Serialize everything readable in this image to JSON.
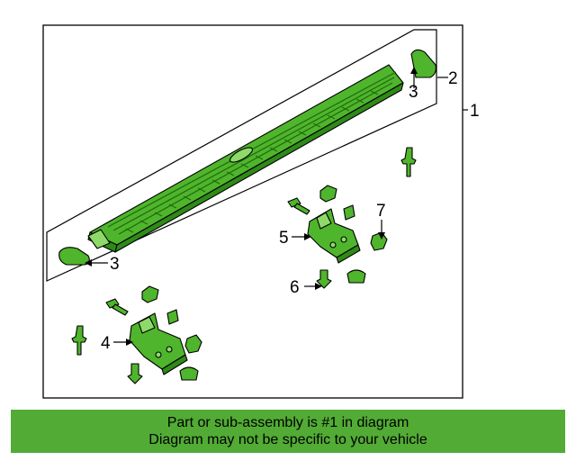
{
  "callouts": {
    "c1": "1",
    "c2": "2",
    "c3_top": "3",
    "c3_left": "3",
    "c4": "4",
    "c5": "5",
    "c6": "6",
    "c7": "7"
  },
  "banner": {
    "line1": "Part or sub-assembly is #1 in diagram",
    "line2": "Diagram may not be specific to your vehicle"
  },
  "colors": {
    "part_green": "#4fb52c",
    "banner_green": "#52ab35"
  }
}
